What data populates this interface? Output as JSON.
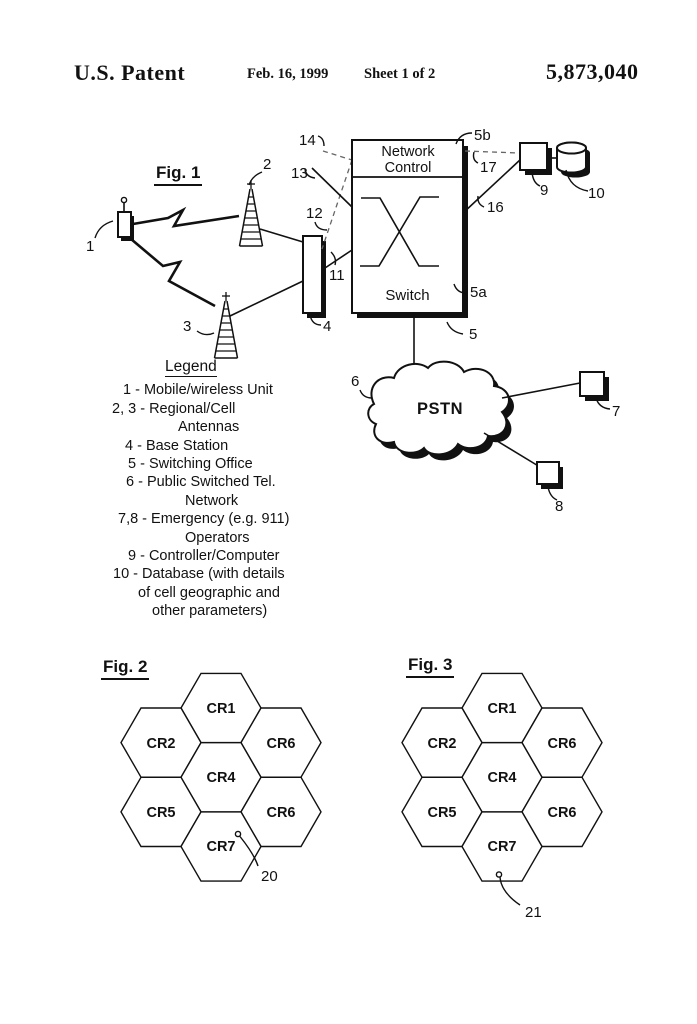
{
  "header": {
    "title": "U.S. Patent",
    "date": "Feb. 16, 1999",
    "sheet": "Sheet 1 of 2",
    "patent_number": "5,873,040"
  },
  "fig1": {
    "title": "Fig. 1",
    "network_control_label": "Network Control",
    "switch_label": "Switch",
    "pstn_label": "PSTN",
    "refs": {
      "r1": "1",
      "r2": "2",
      "r3": "3",
      "r4": "4",
      "r5": "5",
      "r5a": "5a",
      "r5b": "5b",
      "r6": "6",
      "r7": "7",
      "r8": "8",
      "r9": "9",
      "r10": "10",
      "r11": "11",
      "r12": "12",
      "r13": "13",
      "r14": "14",
      "r16": "16",
      "r17": "17"
    }
  },
  "legend": {
    "title": "Legend",
    "lines": [
      "1 - Mobile/wireless Unit",
      "2, 3 - Regional/Cell",
      "Antennas",
      "4 - Base Station",
      "5 - Switching Office",
      "6 - Public Switched Tel.",
      "Network",
      "7,8 - Emergency (e.g. 911)",
      "Operators",
      "9 - Controller/Computer",
      "10 - Database (with details",
      "of cell geographic and",
      "other parameters)"
    ]
  },
  "fig2": {
    "title": "Fig. 2",
    "cells": [
      "CR1",
      "CR2",
      "CR6",
      "CR4",
      "CR5",
      "CR6",
      "CR7"
    ],
    "callout": "20"
  },
  "fig3": {
    "title": "Fig. 3",
    "cells": [
      "CR1",
      "CR2",
      "CR6",
      "CR4",
      "CR5",
      "CR6",
      "CR7"
    ],
    "callout": "21"
  }
}
